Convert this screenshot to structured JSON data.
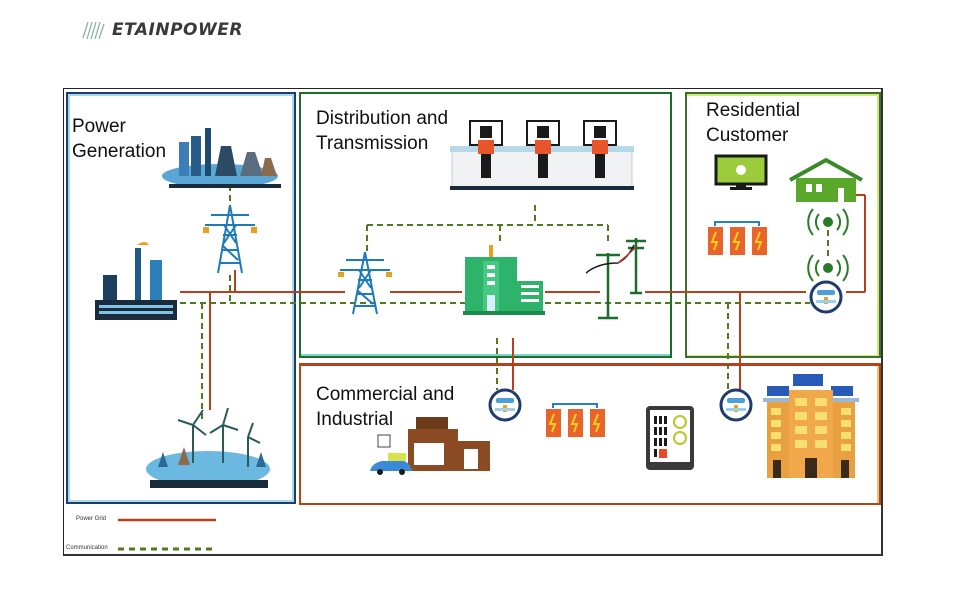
{
  "brand": {
    "name": "ETAINPOWER",
    "logo_icon": "wave-lines-icon"
  },
  "sections": {
    "power_generation": {
      "title_line1": "Power",
      "title_line2": "Generation"
    },
    "distribution": {
      "title_line1": "Distribution and",
      "title_line2": "Transmission"
    },
    "residential": {
      "title_line1": "Residential",
      "title_line2": "Customer"
    },
    "commercial": {
      "title_line1": "Commercial and",
      "title_line2": "Industrial"
    }
  },
  "icons": {
    "power_generation": [
      "city-power-plant-icon",
      "transmission-tower-icon",
      "factory-icon",
      "wind-farm-icon"
    ],
    "distribution": [
      "control-room-operators-icon",
      "transmission-tower-icon",
      "substation-building-icon",
      "utility-pole-icon"
    ],
    "residential": [
      "monitor-icon",
      "battery-bank-icon",
      "house-icon",
      "wireless-signal-icon",
      "smart-meter-icon"
    ],
    "commercial": [
      "smart-meter-icon",
      "factory-with-ev-icon",
      "battery-bank-icon",
      "control-panel-icon",
      "office-building-solar-icon"
    ]
  },
  "legend": {
    "power_grid": "Power Grid",
    "communication": "Communication"
  },
  "colors": {
    "power_line": "#b8401c",
    "comm_line": "#4f7a1e",
    "gen_border": "#1f3c6e",
    "dist_border": "#1e6b2e",
    "res_border": "#3f6f2a",
    "com_border": "#b0441a"
  }
}
